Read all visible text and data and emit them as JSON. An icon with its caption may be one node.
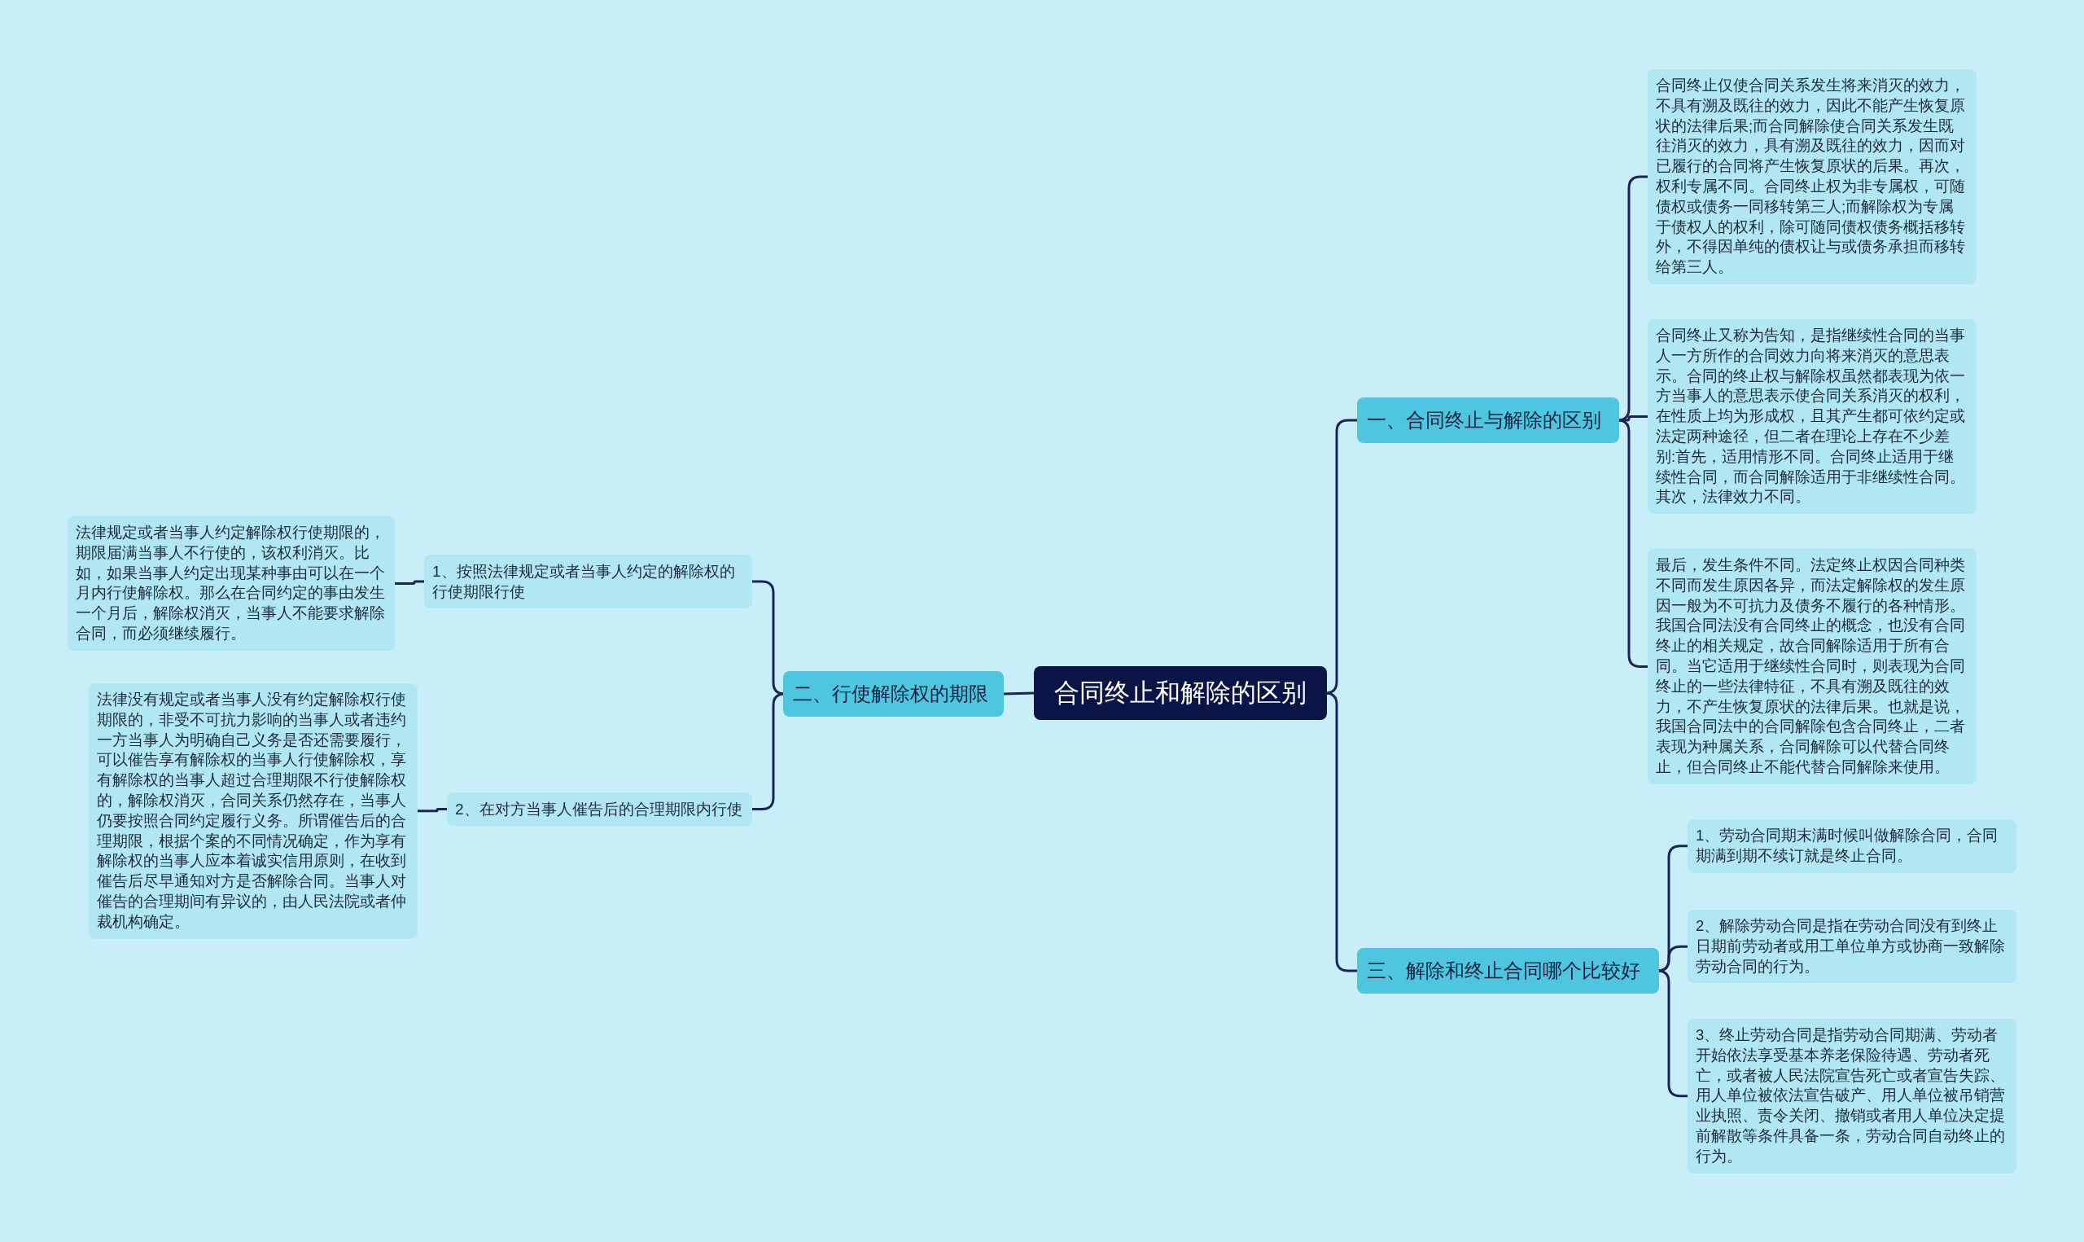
{
  "diagram": {
    "nodes": [
      {
        "text": [
          "合同终止和解除的区别"
        ]
      },
      {
        "text": [
          "一、合同终止与解除的区别"
        ]
      },
      {
        "text": [
          "合同终止仅使合同关系发生将来消灭的效力，不具有溯及既往的效力，因此不能产生恢复原状的法律后果;而合同解除使合同关系发生既往消灭的效力，具有溯及既往的效力，因而对已履行的合同将产生恢复原状的后果。再次，权利专属不同。合同终止权为非专属权，可随债权或债务一同移转第三人;而解除权为专属于债权人的权利，除可随同债权债务概括移转外，不得因单纯的债权让与或债务承担而移转给第三人。"
        ]
      },
      {
        "text": [
          "合同终止又称为告知，是指继续性合同的当事人一方所作的合同效力向将来消灭的意思表示。合同的终止权与解除权虽然都表现为依一方当事人的意思表示使合同关系消灭的权利，在性质上均为形成权，且其产生都可依约定或法定两种途径，但二者在理论上存在不少差别:首先，适用情形不同。合同终止适用于继续性合同，而合同解除适用于非继续性合同。其次，法律效力不同。"
        ]
      },
      {
        "text": [
          "最后，发生条件不同。法定终止权因合同种类不同而发生原因各异，而法定解除权的发生原因一般为不可抗力及债务不履行的各种情形。我国合同法没有合同终止的概念，也没有合同终止的相关规定，故合同解除适用于所有合同。当它适用于继续性合同时，则表现为合同终止的一些法律特征，不具有溯及既往的效力，不产生恢复原状的法律后果。也就是说，我国合同法中的合同解除包含合同终止，二者表现为种属关系，合同解除可以代替合同终止，但合同终止不能代替合同解除来使用。"
        ]
      },
      {
        "text": [
          "三、解除和终止合同哪个比较好"
        ]
      },
      {
        "text": [
          "1、劳动合同期末满时候叫做解除合同，合同期满到期不续订就是终止合同。"
        ]
      },
      {
        "text": [
          "2、解除劳动合同是指在劳动合同没有到终止日期前劳动者或用工单位单方或协商一致解除劳动合同的行为。"
        ]
      },
      {
        "text": [
          "3、终止劳动合同是指劳动合同期满、劳动者开始依法享受基本养老保险待遇、劳动者死亡，或者被人民法院宣告死亡或者宣告失踪、用人单位被依法宣告破产、用人单位被吊销营业执照、责令关闭、撤销或者用人单位决定提前解散等条件具备一条，劳动合同自动终止的行为。"
        ]
      },
      {
        "text": [
          "二、行使解除权的期限"
        ]
      },
      {
        "text": [
          "1、按照法律规定或者当事人约定的解除权的行使期限行使"
        ]
      },
      {
        "text": [
          "法律规定或者当事人约定解除权行使期限的，期限届满当事人不行使的，该权利消灭。比如，如果当事人约定出现某种事由可以在一个月内行使解除权。那么在合同约定的事由发生一个月后，解除权消灭，当事人不能要求解除合同，而必须继续履行。"
        ]
      },
      {
        "text": [
          "2、在对方当事人催告后的合理期限内行使"
        ]
      },
      {
        "text": [
          "法律没有规定或者当事人没有约定解除权行使期限的，非受不可抗力影响的当事人或者违约一方当事人为明确自己义务是否还需要履行，可以催告享有解除权的当事人行使解除权，享有解除权的当事人超过合理期限不行使解除权的，解除权消灭，合同关系仍然存在，当事人仍要按照合同约定履行义务。所谓催告后的合理期限，根据个案的不同情况确定，作为享有解除权的当事人应本着诚实信用原则，在收到催告后尽早通知对方是否解除合同。当事人对催告的合理期间有异议的，由人民法院或者仲裁机构确定。"
        ]
      }
    ],
    "edges": [
      {
        "from": 0,
        "to": 1,
        "arrow": "none"
      },
      {
        "from": 1,
        "to": 2,
        "arrow": "none"
      },
      {
        "from": 1,
        "to": 3,
        "arrow": "none"
      },
      {
        "from": 1,
        "to": 4,
        "arrow": "none"
      },
      {
        "from": 0,
        "to": 5,
        "arrow": "none"
      },
      {
        "from": 5,
        "to": 6,
        "arrow": "none"
      },
      {
        "from": 5,
        "to": 7,
        "arrow": "none"
      },
      {
        "from": 5,
        "to": 8,
        "arrow": "none"
      },
      {
        "from": 0,
        "to": 9,
        "arrow": "none"
      },
      {
        "from": 9,
        "to": 10,
        "arrow": "none"
      },
      {
        "from": 10,
        "to": 11,
        "arrow": "none"
      },
      {
        "from": 9,
        "to": 12,
        "arrow": "none"
      },
      {
        "from": 12,
        "to": 13,
        "arrow": "none"
      }
    ]
  }
}
